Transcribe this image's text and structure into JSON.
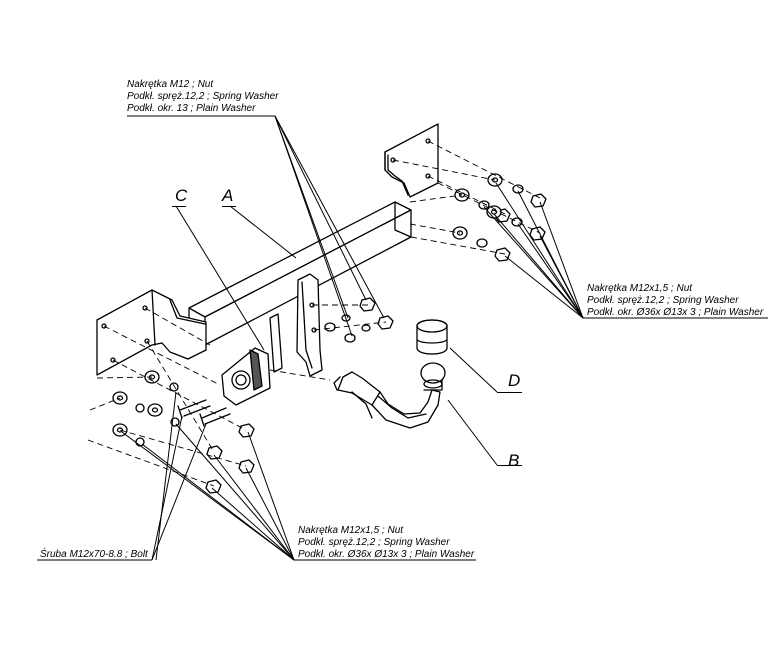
{
  "parts": {
    "a": "A",
    "b": "B",
    "c": "C",
    "d": "D"
  },
  "callouts": {
    "top": {
      "line1": "Nakrętka  M12 ; Nut",
      "line2": "Podkł. spręż.12,2 ; Spring Washer",
      "line3": "Podkł. okr. 13 ; Plain Washer"
    },
    "right": {
      "line1": "Nakrętka  M12x1,5 ; Nut",
      "line2": "Podkł. spręż.12,2 ; Spring Washer",
      "line3": "Podkł. okr.  Ø36x Ø13x 3 ; Plain Washer"
    },
    "bottom": {
      "line1": "Nakrętka  M12x1,5 ; Nut",
      "line2": "Podkł. spręż.12,2 ; Spring Washer",
      "line3": "Podkł. okr.  Ø36x Ø13x 3 ; Plain Washer"
    },
    "bolt": {
      "line1": "Śruba M12x70-8.8 ;  Bolt"
    }
  }
}
